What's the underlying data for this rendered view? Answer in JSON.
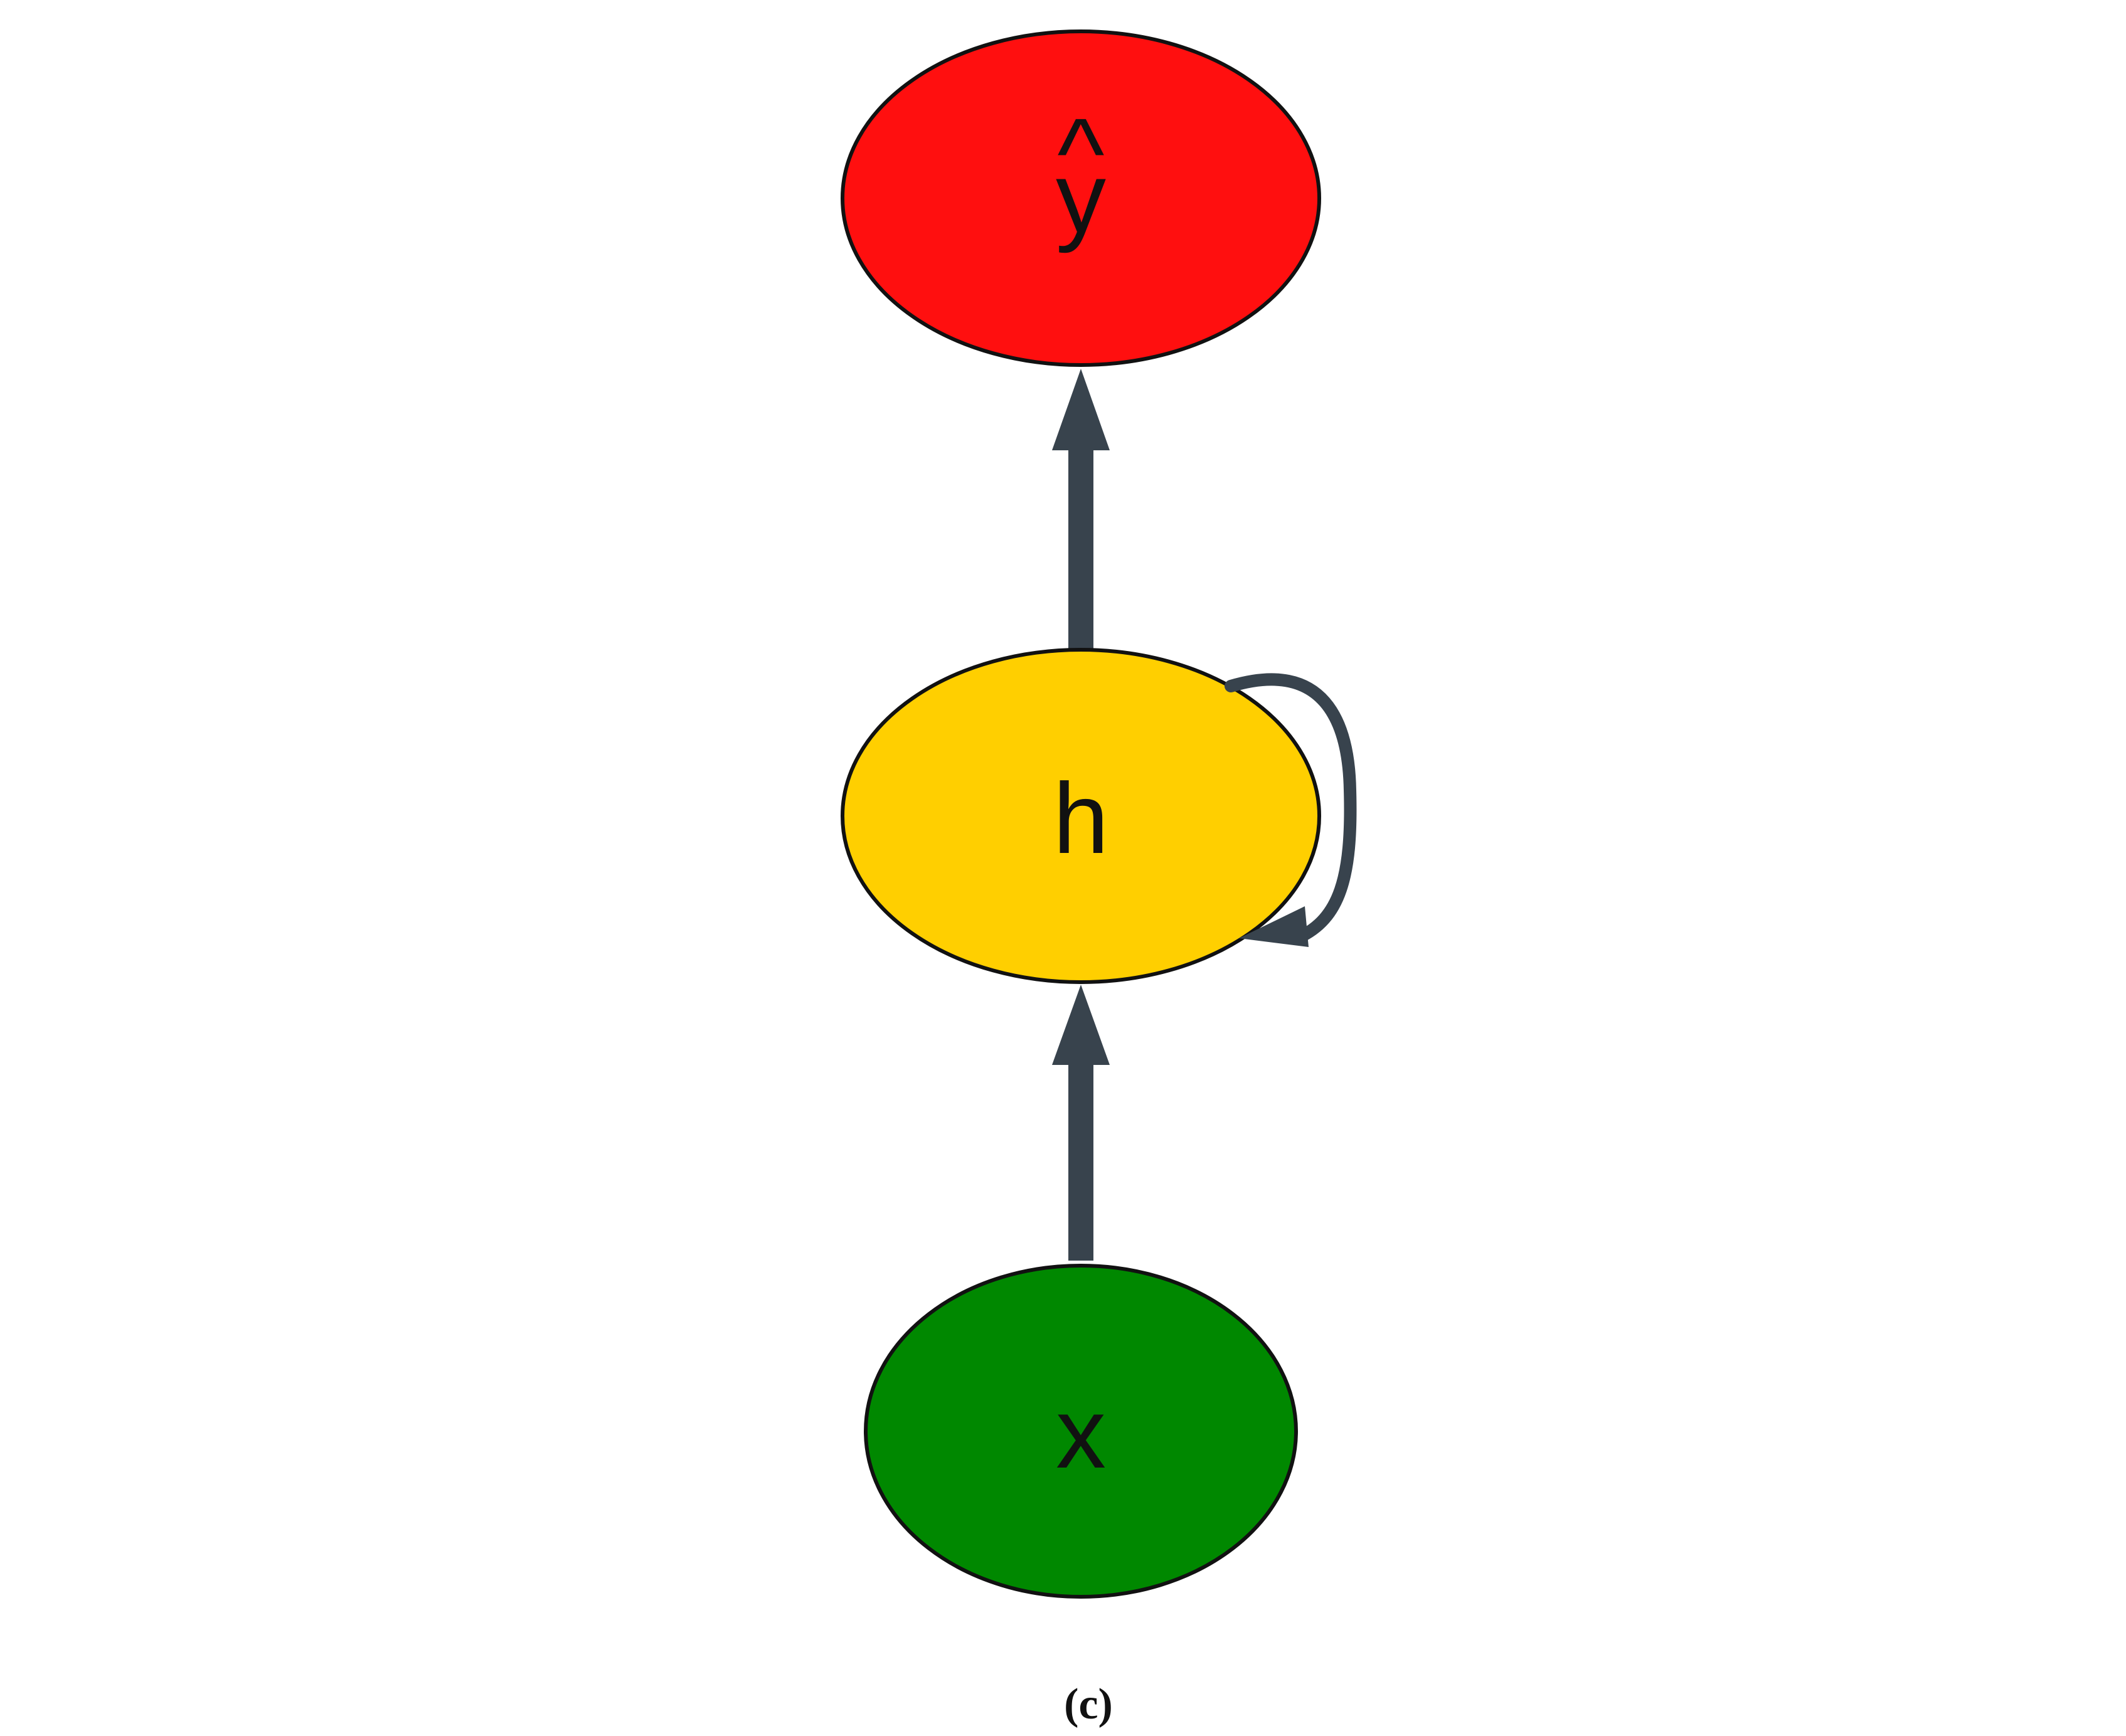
{
  "colors": {
    "output_node": "#ff0f0f",
    "hidden_node": "#ffcf00",
    "input_node": "#008800",
    "edge": "#38434d",
    "node_stroke": "#111111"
  },
  "nodes": {
    "output": {
      "label_hat": "^",
      "label": "y"
    },
    "hidden": {
      "label": "h"
    },
    "input": {
      "label": "x"
    }
  },
  "edges": [
    {
      "from": "input",
      "to": "hidden"
    },
    {
      "from": "hidden",
      "to": "output"
    },
    {
      "from": "hidden",
      "to": "hidden"
    }
  ],
  "caption": "(c)"
}
